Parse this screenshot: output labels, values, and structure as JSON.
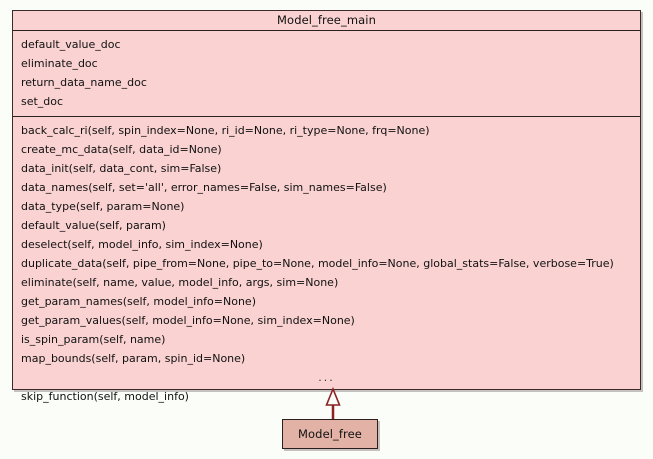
{
  "diagram": {
    "type": "uml-class-diagram",
    "background_color": "#fbfdf8",
    "class_fill_color": "#fad2d2",
    "subclass_fill_color": "#e3b2a7",
    "border_color": "#2b1f1f",
    "relation_color": "#8b2323",
    "relation_type": "generalization"
  },
  "main_class": {
    "name": "Model_free_main",
    "attributes": [
      "default_value_doc",
      "eliminate_doc",
      "return_data_name_doc",
      "set_doc"
    ],
    "methods": [
      "back_calc_ri(self, spin_index=None, ri_id=None, ri_type=None, frq=None)",
      "create_mc_data(self, data_id=None)",
      "data_init(self, data_cont, sim=False)",
      "data_names(self, set='all', error_names=False, sim_names=False)",
      "data_type(self, param=None)",
      "default_value(self, param)",
      "deselect(self, model_info, sim_index=None)",
      "duplicate_data(self, pipe_from=None, pipe_to=None, model_info=None, global_stats=False, verbose=True)",
      "eliminate(self, name, value, model_info, args, sim=None)",
      "get_param_names(self, model_info=None)",
      "get_param_values(self, model_info=None, sim_index=None)",
      "is_spin_param(self, name)",
      "map_bounds(self, param, spin_id=None)",
      "...",
      "skip_function(self, model_info)"
    ]
  },
  "sub_class": {
    "name": "Model_free"
  }
}
